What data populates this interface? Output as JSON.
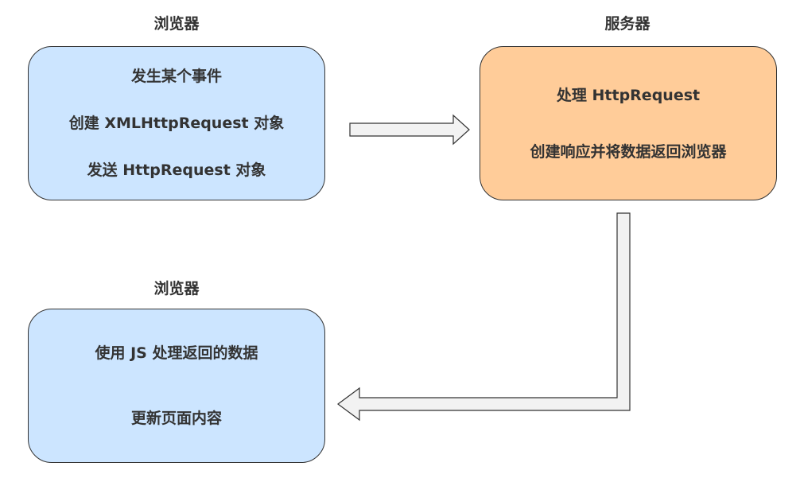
{
  "browser_top": {
    "title": "浏览器",
    "lines": [
      "发生某个事件",
      "创建 XMLHttpRequest 对象",
      "发送 HttpRequest 对象"
    ],
    "fill": "#cce5ff"
  },
  "server": {
    "title": "服务器",
    "lines": [
      "处理 HttpRequest",
      "创建响应并将数据返回浏览器"
    ],
    "fill": "#ffcc99"
  },
  "browser_bottom": {
    "title": "浏览器",
    "lines": [
      "使用 JS 处理返回的数据",
      "更新页面内容"
    ],
    "fill": "#cce5ff"
  },
  "arrow_fill": "#f2f2f2",
  "stroke": "#333333"
}
